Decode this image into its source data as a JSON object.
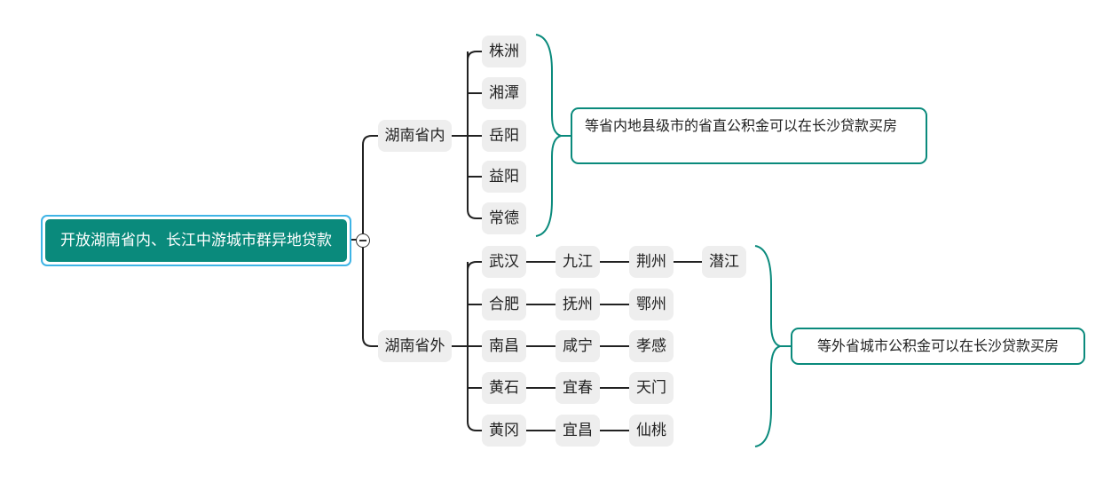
{
  "root": {
    "label": "开放湖南省内、长江中游城市群异地贷款"
  },
  "branches": [
    {
      "label": "湖南省内",
      "cities": [
        [
          "株洲"
        ],
        [
          "湘潭"
        ],
        [
          "岳阳"
        ],
        [
          "益阳"
        ],
        [
          "常德"
        ]
      ],
      "summary": "等省内地县级市的省直公积金可以在长沙贷款买房"
    },
    {
      "label": "湖南省外",
      "cities": [
        [
          "武汉",
          "九江",
          "荆州",
          "潜江"
        ],
        [
          "合肥",
          "抚州",
          "鄂州"
        ],
        [
          "南昌",
          "咸宁",
          "孝感"
        ],
        [
          "黄石",
          "宜春",
          "天门"
        ],
        [
          "黄冈",
          "宜昌",
          "仙桃"
        ]
      ],
      "summary": "等外省城市公积金可以在长沙贷款买房"
    }
  ],
  "colors": {
    "root_fill": "#0a8a7c",
    "root_border": "#3fb4e6",
    "summary_accent": "#0a8a7c",
    "node_fill": "#eeeeee",
    "line": "#222222"
  },
  "icons": {
    "collapse": "collapse-minus-icon"
  }
}
